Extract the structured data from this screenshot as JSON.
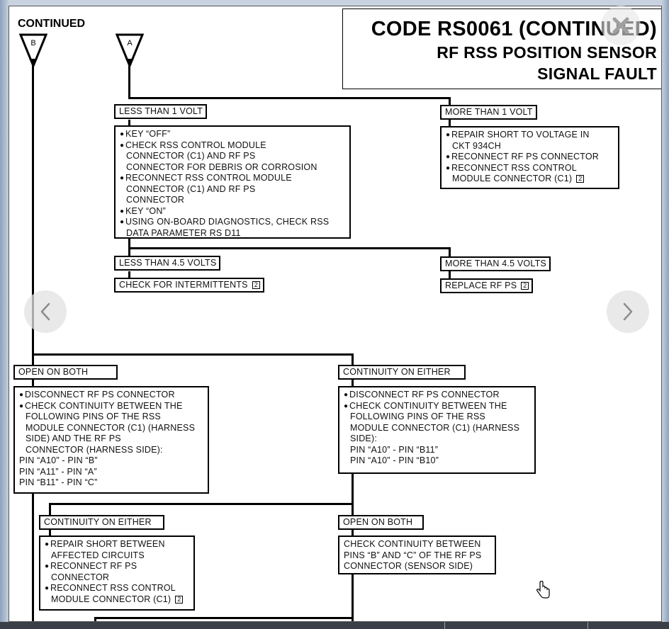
{
  "header": {
    "continued": "CONTINUED",
    "title_line1": "CODE RS0061 (CONTINUED)",
    "title_line2": "RF RSS POSITION SENSOR",
    "title_line3": "SIGNAL FAULT",
    "connector_b": "B",
    "connector_a": "A"
  },
  "top": {
    "less_1v": "LESS THAN 1 VOLT",
    "more_1v": "MORE THAN 1 VOLT",
    "steps_less_1v": [
      {
        "bullet": true,
        "text": "KEY “OFF”"
      },
      {
        "bullet": true,
        "text": "CHECK RSS CONTROL MODULE"
      },
      {
        "bullet": false,
        "text": "CONNECTOR (C1) AND RF PS"
      },
      {
        "bullet": false,
        "text": "CONNECTOR FOR DEBRIS OR CORROSION"
      },
      {
        "bullet": true,
        "text": "RECONNECT RSS CONTROL MODULE"
      },
      {
        "bullet": false,
        "text": "CONNECTOR (C1) AND RF PS"
      },
      {
        "bullet": false,
        "text": "CONNECTOR"
      },
      {
        "bullet": true,
        "text": "KEY “ON”"
      },
      {
        "bullet": true,
        "text": "USING ON-BOARD DIAGNOSTICS, CHECK RSS"
      },
      {
        "bullet": false,
        "text": "DATA PARAMETER RS D11"
      }
    ],
    "steps_more_1v": [
      {
        "bullet": true,
        "text": "REPAIR SHORT TO VOLTAGE IN"
      },
      {
        "bullet": false,
        "text": "CKT 934CH"
      },
      {
        "bullet": true,
        "text": "RECONNECT RF PS CONNECTOR"
      },
      {
        "bullet": true,
        "text": "RECONNECT RSS CONTROL"
      },
      {
        "bullet": false,
        "text": "MODULE CONNECTOR (C1)"
      }
    ],
    "ref_num": "2"
  },
  "mid": {
    "less_45v": "LESS THAN 4.5 VOLTS",
    "more_45v": "MORE THAN 4.5 VOLTS",
    "check_intermittents": "CHECK FOR INTERMITTENTS",
    "replace_rf_ps": "REPLACE RF PS"
  },
  "lower": {
    "open_on_both": "OPEN ON BOTH",
    "continuity_on_either": "CONTINUITY ON EITHER",
    "steps_open_both": [
      {
        "bullet": true,
        "text": "DISCONNECT RF PS CONNECTOR"
      },
      {
        "bullet": true,
        "text": "CHECK CONTINUITY BETWEEN THE"
      },
      {
        "bullet": false,
        "text": "FOLLOWING PINS OF THE RSS"
      },
      {
        "bullet": false,
        "text": "MODULE CONNECTOR (C1) (HARNESS"
      },
      {
        "bullet": false,
        "text": "SIDE) AND THE RF PS"
      },
      {
        "bullet": false,
        "text": "CONNECTOR (HARNESS SIDE):"
      },
      {
        "bullet": null,
        "text": "PIN “A10” - PIN “B”"
      },
      {
        "bullet": null,
        "text": "PIN “A11” - PIN “A”"
      },
      {
        "bullet": null,
        "text": "PIN “B11” - PIN “C”"
      }
    ],
    "steps_continuity_either": [
      {
        "bullet": true,
        "text": "DISCONNECT RF PS CONNECTOR"
      },
      {
        "bullet": true,
        "text": "CHECK CONTINUITY BETWEEN THE"
      },
      {
        "bullet": false,
        "text": "FOLLOWING PINS OF THE RSS"
      },
      {
        "bullet": false,
        "text": "MODULE CONNECTOR (C1) (HARNESS"
      },
      {
        "bullet": false,
        "text": "SIDE):"
      },
      {
        "bullet": false,
        "text": "PIN “A10” - PIN “B11”"
      },
      {
        "bullet": false,
        "text": "PIN “A10” - PIN “B10”"
      }
    ]
  },
  "bottom": {
    "continuity_on_either": "CONTINUITY ON EITHER",
    "open_on_both": "OPEN ON BOTH",
    "steps_repair": [
      {
        "bullet": true,
        "text": "REPAIR SHORT BETWEEN"
      },
      {
        "bullet": false,
        "text": "AFFECTED CIRCUITS"
      },
      {
        "bullet": true,
        "text": "RECONNECT RF PS"
      },
      {
        "bullet": false,
        "text": "CONNECTOR"
      },
      {
        "bullet": true,
        "text": "RECONNECT RSS CONTROL"
      },
      {
        "bullet": false,
        "text": "MODULE CONNECTOR (C1)"
      }
    ],
    "steps_check": [
      {
        "bullet": null,
        "text": "CHECK CONTINUITY BETWEEN"
      },
      {
        "bullet": null,
        "text": "PINS “B” AND “C” OF THE RF PS"
      },
      {
        "bullet": null,
        "text": "CONNECTOR (SENSOR SIDE)"
      }
    ]
  },
  "viewer": {
    "prev_icon": "chevron-left-icon",
    "next_icon": "chevron-right-icon",
    "close_icon": "close-icon",
    "cursor_icon": "hand-pointer-icon"
  }
}
